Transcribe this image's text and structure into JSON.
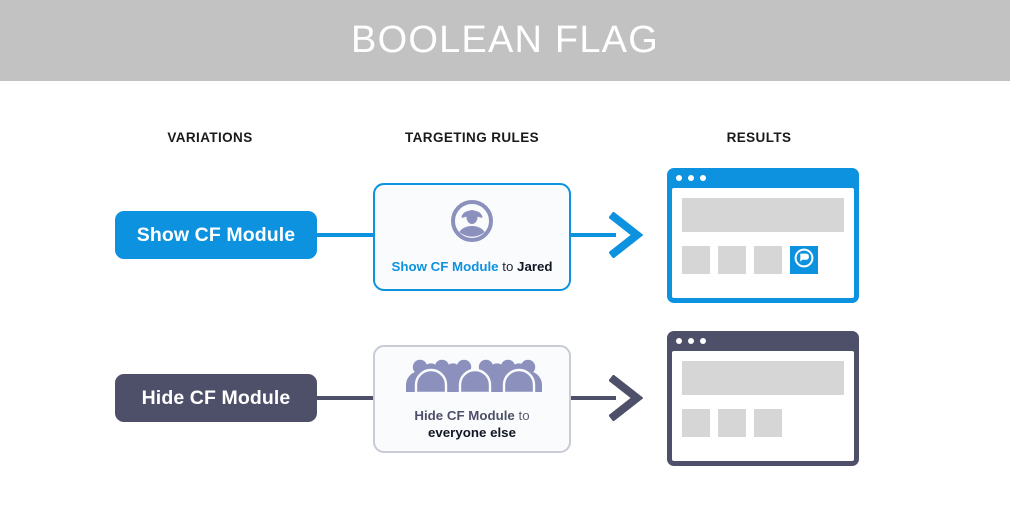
{
  "header": {
    "title": "BOOLEAN FLAG",
    "background_color": "#c2c2c2",
    "title_color": "#ffffff"
  },
  "columns": {
    "variations_label": "VARIATIONS",
    "targeting_rules_label": "TARGETING RULES",
    "results_label": "RESULTS"
  },
  "colors": {
    "accent_blue": "#0d92e0",
    "slate": "#4d5068",
    "icon_purple": "#8b90bd",
    "placeholder_gray": "#d6d6d6",
    "card_border_gray": "#c9cbd6",
    "card_fill": "#fafbfd"
  },
  "rows": [
    {
      "variation": {
        "label": "Show CF Module",
        "color": "#0d92e0"
      },
      "rule": {
        "icon": "single-person-icon",
        "text_primary": "Show CF Module",
        "text_connector": " to ",
        "text_target": "Jared",
        "border_color": "#0d92e0"
      },
      "result": {
        "frame_color": "#0d92e0",
        "titlebar_dots": 3,
        "tiles": [
          "placeholder",
          "placeholder",
          "placeholder",
          "cf-module"
        ],
        "cf_module_visible": "true"
      }
    },
    {
      "variation": {
        "label": "Hide CF Module",
        "color": "#4d5068"
      },
      "rule": {
        "icon": "crowd-of-people-icon",
        "text_primary": "Hide CF Module",
        "text_connector": " to",
        "text_target": "everyone else",
        "border_color": "#c9cbd6"
      },
      "result": {
        "frame_color": "#4d5068",
        "titlebar_dots": 3,
        "tiles": [
          "placeholder",
          "placeholder",
          "placeholder"
        ],
        "cf_module_visible": "false"
      }
    }
  ]
}
